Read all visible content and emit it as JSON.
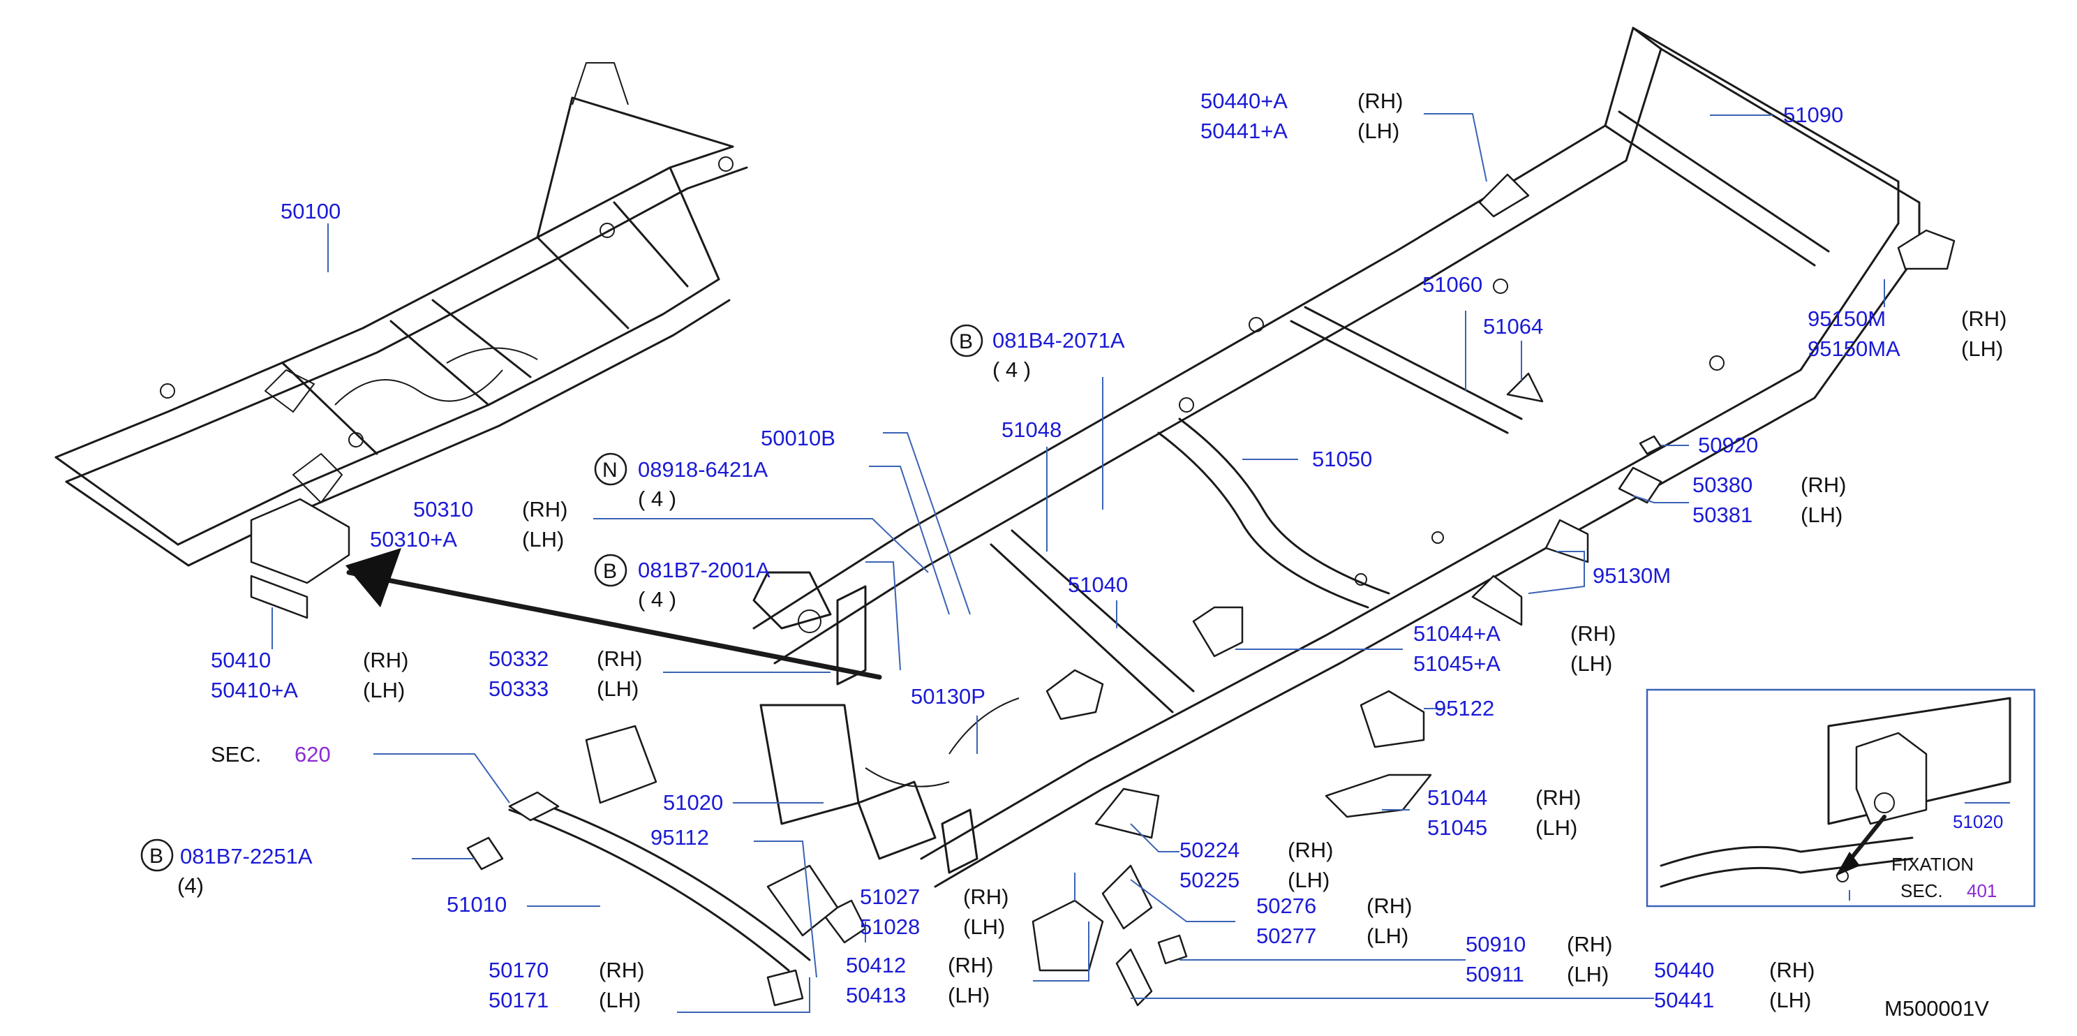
{
  "callouts": {
    "p50100": "50100",
    "p50440a": "50440+A",
    "p50440a_s": "(RH)",
    "p50441a": "50441+A",
    "p50441a_s": "(LH)",
    "p51090": "51090",
    "p51060": "51060",
    "p51064": "51064",
    "p95150m": "95150M",
    "p95150m_s": "(RH)",
    "p95150ma": "95150MA",
    "p95150ma_s": "(LH)",
    "bolt_b1_letter": "B",
    "bolt_b1": "081B4-2071A",
    "bolt_b1_qty": "( 4 )",
    "p51048": "51048",
    "p50010b": "50010B",
    "nut_n_letter": "N",
    "nut_n": "08918-6421A",
    "nut_n_qty": "( 4 )",
    "p50310": "50310",
    "p50310_s": "(RH)",
    "p50310a": "50310+A",
    "p50310a_s": "(LH)",
    "bolt_b2_letter": "B",
    "bolt_b2": "081B7-2001A",
    "bolt_b2_qty": "( 4 )",
    "p51050": "51050",
    "p50920": "50920",
    "p50380": "50380",
    "p50380_s": "(RH)",
    "p50381": "50381",
    "p50381_s": "(LH)",
    "p95130m": "95130M",
    "p51040": "51040",
    "p51044a": "51044+A",
    "p51044a_s": "(RH)",
    "p51045a": "51045+A",
    "p51045a_s": "(LH)",
    "p50410": "50410",
    "p50410_s": "(RH)",
    "p50410a": "50410+A",
    "p50410a_s": "(LH)",
    "p50332": "50332",
    "p50332_s": "(RH)",
    "p50333": "50333",
    "p50333_s": "(LH)",
    "p50130p": "50130P",
    "p95122": "95122",
    "sec_label": "SEC.",
    "sec_620": "620",
    "p51020": "51020",
    "p51044": "51044",
    "p51044_s": "(RH)",
    "p51045": "51045",
    "p51045_s": "(LH)",
    "bolt_b3_letter": "B",
    "bolt_b3": "081B7-2251A",
    "bolt_b3_qty": "(4)",
    "p95112": "95112",
    "p50224": "50224",
    "p50224_s": "(RH)",
    "p50225": "50225",
    "p50225_s": "(LH)",
    "p51010": "51010",
    "p51027": "51027",
    "p51027_s": "(RH)",
    "p51028": "51028",
    "p51028_s": "(LH)",
    "p50276": "50276",
    "p50276_s": "(RH)",
    "p50277": "50277",
    "p50277_s": "(LH)",
    "p50910": "50910",
    "p50910_s": "(RH)",
    "p50911": "50911",
    "p50911_s": "(LH)",
    "p50412": "50412",
    "p50412_s": "(RH)",
    "p50413": "50413",
    "p50413_s": "(LH)",
    "p50170": "50170",
    "p50170_s": "(RH)",
    "p50171": "50171",
    "p50171_s": "(LH)",
    "p50440": "50440",
    "p50440_s": "(RH)",
    "p50441": "50441",
    "p50441_s": "(LH)"
  },
  "inset": {
    "part": "51020",
    "fixation": "FIXATION",
    "sec_label": "SEC.",
    "sec_num": "401"
  },
  "diagram_code": "M500001V"
}
